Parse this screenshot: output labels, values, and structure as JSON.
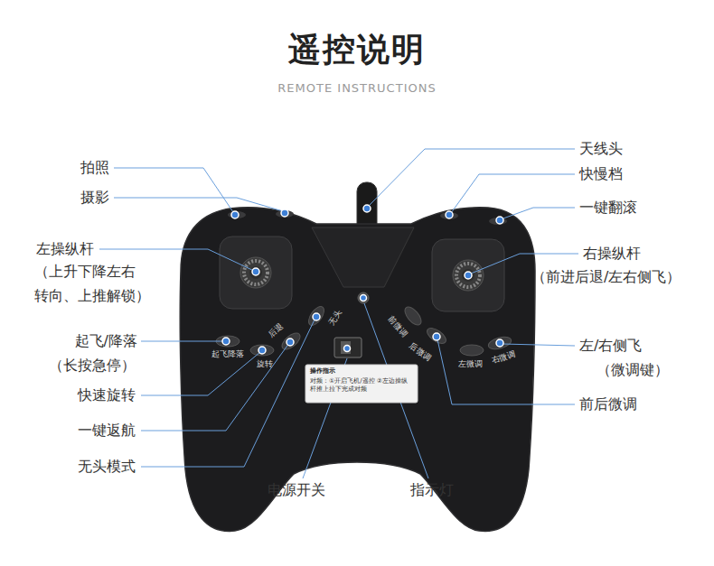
{
  "diagram": {
    "title": "遥控说明",
    "labels": [
      "REMOTE INSTRUCTIONS",
      "拍照",
      "摄影",
      "左操纵杆",
      "（上升下降左右 转向、上推解锁）",
      "起飞/降落",
      "（长按急停）",
      "快速旋转",
      "一键返航",
      "无头模式",
      "电源开关",
      "指示灯",
      "天线头",
      "快慢档",
      "一键翻滚",
      "右操纵杆",
      "（前进后退/左右侧飞）",
      "左/右侧飞",
      "（微调键）",
      "前后微调",
      "起飞降落",
      "旋转",
      "后退",
      "无头",
      "前微调",
      "后微调",
      "左微调",
      "右微调",
      "操作指示",
      "对频：①开启飞机/遥控 ②左边操纵杆推上拉下完成对频"
    ]
  }
}
